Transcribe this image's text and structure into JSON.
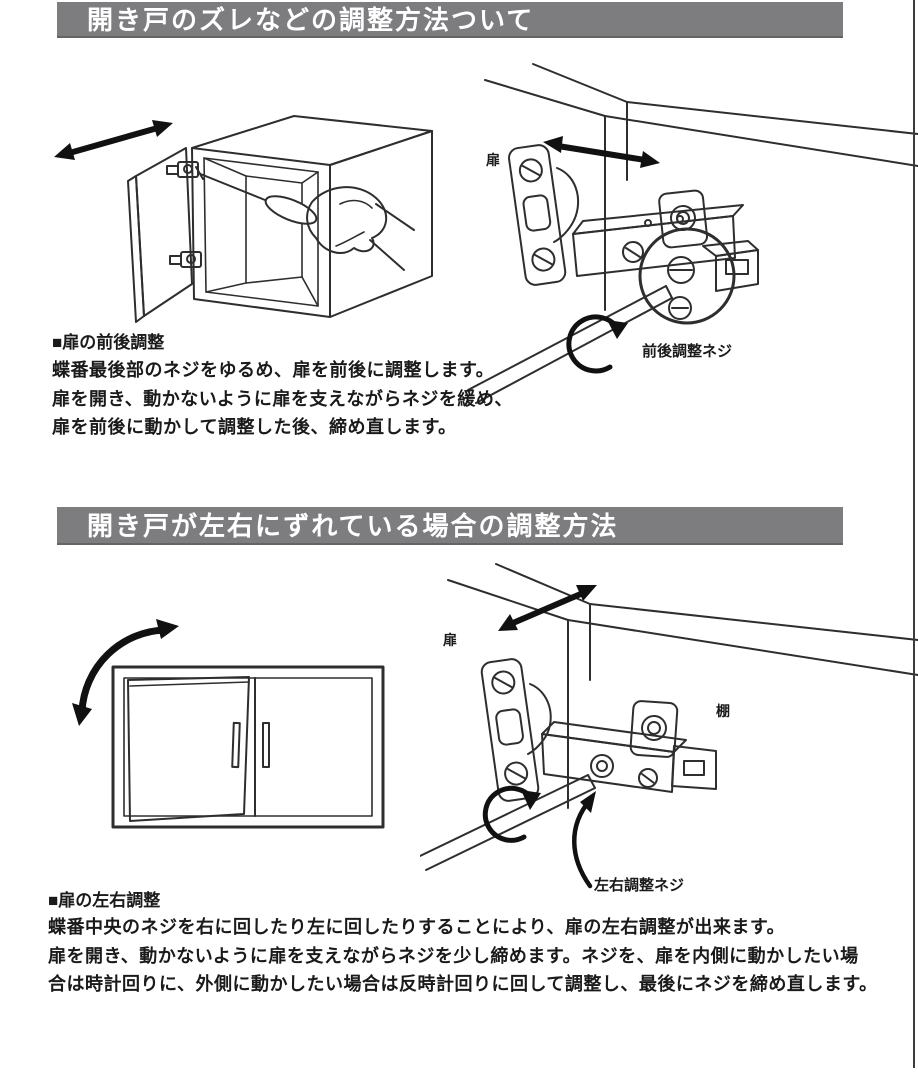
{
  "page": {
    "background": "#ffffff",
    "edge_line_color": "#3c3c3c",
    "header_bg": "#7d7d80",
    "header_text_color": "#ffffff",
    "line_art_color": "#2e2e2e"
  },
  "section1": {
    "header": "開き戸のズレなどの調整方法ついて",
    "diagram_labels": {
      "door": "扉",
      "screw": "前後調整ネジ"
    },
    "text": {
      "heading": "■扉の前後調整",
      "line1": "蝶番最後部のネジをゆるめ、扉を前後に調整します。",
      "line2": "扉を開き、動かないように扉を支えながらネジを緩め、",
      "line3": "扉を前後に動かして調整した後、締め直します。"
    }
  },
  "section2": {
    "header": "開き戸が左右にずれている場合の調整方法",
    "diagram_labels": {
      "door": "扉",
      "shelf": "棚",
      "screw": "左右調整ネジ"
    },
    "text": {
      "heading": "■扉の左右調整",
      "line1": "蝶番中央のネジを右に回したり左に回したりすることにより、扉の左右調整が出来ます。",
      "line2": "扉を開き、動かないように扉を支えながらネジを少し締めます。ネジを、扉を内側に動かしたい場",
      "line3": "合は時計回りに、外側に動かしたい場合は反時計回りに回して調整し、最後にネジを締め直します。"
    }
  }
}
